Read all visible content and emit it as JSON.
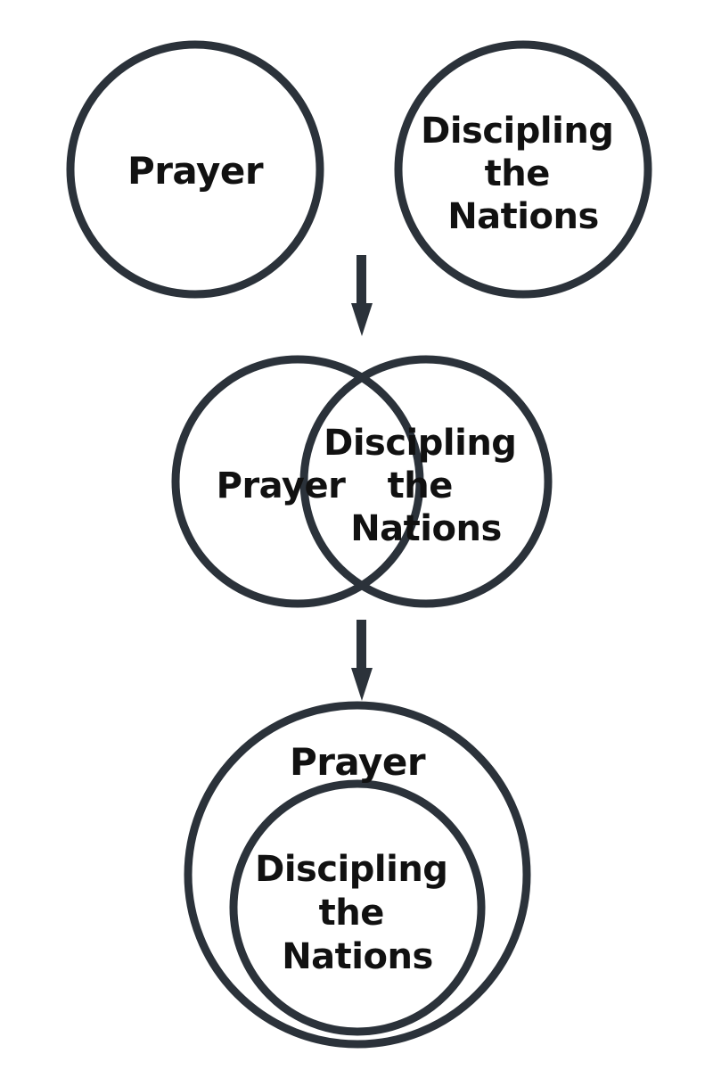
{
  "diagram": {
    "stage1": {
      "prayer": {
        "label": "Prayer"
      },
      "discipling": {
        "lines": [
          "Discipling",
          "the",
          "Nations"
        ]
      }
    },
    "stage2": {
      "prayer": {
        "label": "Prayer"
      },
      "discipling": {
        "lines": [
          "Discipling",
          "the",
          "Nations"
        ]
      }
    },
    "stage3": {
      "prayer": {
        "label": "Prayer"
      },
      "discipling": {
        "lines": [
          "Discipling",
          "the",
          "Nations"
        ]
      }
    },
    "colors": {
      "stroke": "#2b323a",
      "text": "#111111",
      "background": "#ffffff"
    }
  }
}
